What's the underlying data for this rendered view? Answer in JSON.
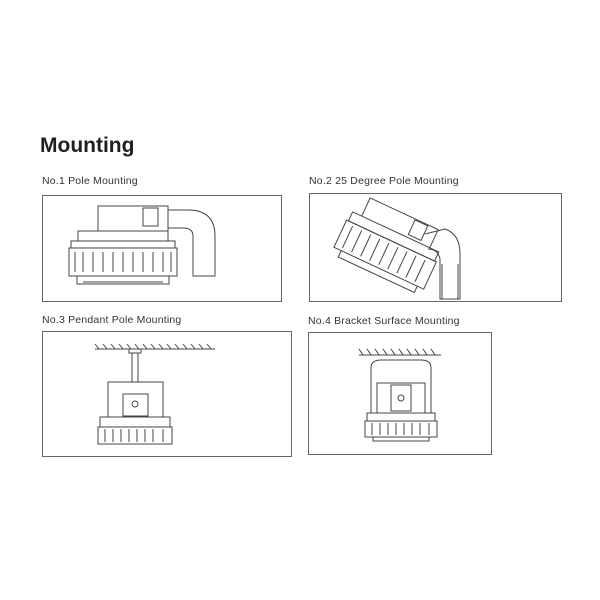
{
  "title": "Mounting",
  "figures": [
    {
      "caption": "No.1 Pole Mounting"
    },
    {
      "caption": "No.2 25 Degree Pole Mounting"
    },
    {
      "caption": "No.3 Pendant Pole Mounting"
    },
    {
      "caption": "No.4 Bracket Surface Mounting"
    }
  ]
}
